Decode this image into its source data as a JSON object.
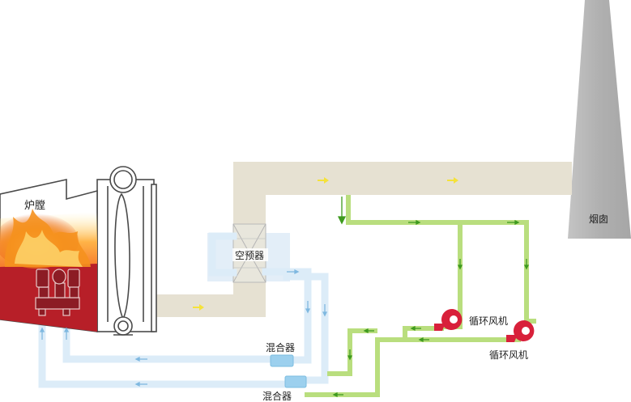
{
  "labels": {
    "furnace": "炉膛",
    "air_preheater": "空预器",
    "chimney": "烟囱",
    "mixer_1": "混合器",
    "mixer_2": "混合器",
    "fan_1": "循环风机",
    "fan_2": "循环风机"
  },
  "colors": {
    "flue_gas_duct": "#e6e1d2",
    "recirculation_duct": "#b9de7e",
    "air_duct": "#dcecf8",
    "air_arrow": "#7fb8e0",
    "flue_arrow": "#f5e23a",
    "recirc_arrow": "#3e9a1f",
    "fan": "#d8203a",
    "mixer": "#9cd0ee",
    "chimney": "#b2b2b2",
    "furnace_red": "#b71f28",
    "flame": "#f5911e"
  }
}
